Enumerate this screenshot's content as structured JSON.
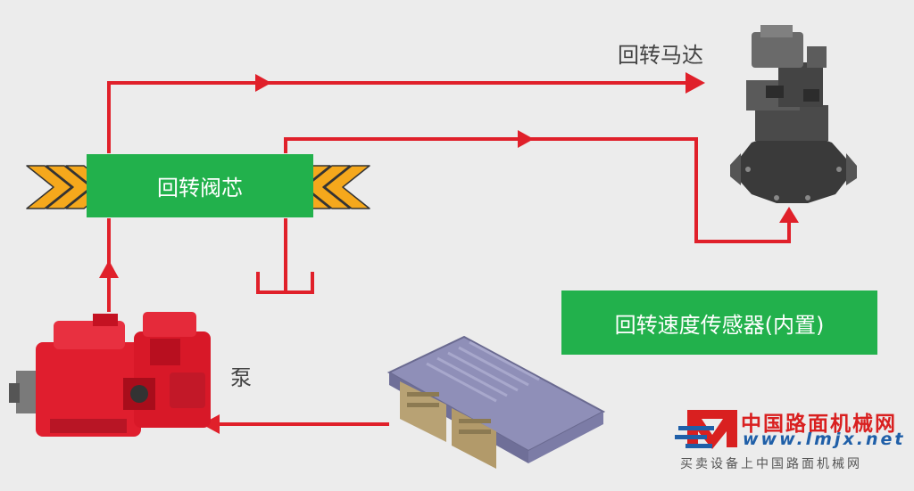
{
  "labels": {
    "motor": "回转马达",
    "valve": "回转阀芯",
    "pump": "泵",
    "sensor": "回转速度传感器(内置)"
  },
  "watermark": {
    "name": "中国路面机械网",
    "url": "www.lmjx.net",
    "slogan": "买卖设备上中国路面机械网"
  },
  "colors": {
    "line": "#e0202a",
    "green": "#22b14c",
    "pilot_arrow": "#f5a81c",
    "background": "#ececec"
  },
  "icons": [
    "swing-motor-icon",
    "pump-icon",
    "controller-icon",
    "watermark-logo-icon",
    "pilot-arrow-icon"
  ]
}
